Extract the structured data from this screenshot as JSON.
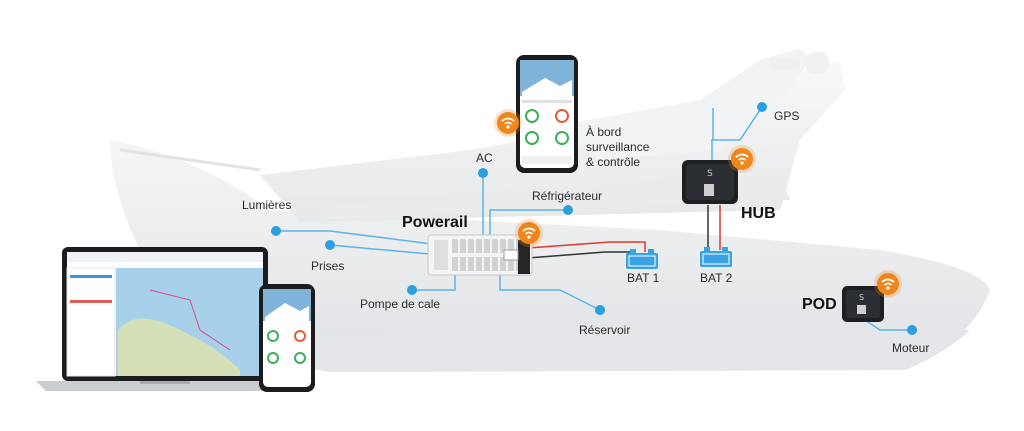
{
  "labels": {
    "gps": "GPS",
    "onboard": "À bord\nsurveillance\n& contrôle",
    "ac": "AC",
    "fridge": "Réfrigérateur",
    "lights": "Lumières",
    "outlets": "Prises",
    "powerail": "Powerail",
    "hub": "HUB",
    "bat1": "BAT 1",
    "bat2": "BAT 2",
    "bilge_pump": "Pompe de cale",
    "tank": "Réservoir",
    "pod": "POD",
    "engine": "Moteur"
  },
  "colors": {
    "line": "#5bb3e8",
    "dot": "#2c9fe0",
    "wifi": "#f0861e",
    "battery": "#3aa3e6",
    "wire_red": "#e03a2f",
    "wire_black": "#333333",
    "hull": "#eceef0"
  },
  "icons": [
    "wifi-icon",
    "battery-icon",
    "phone-device",
    "laptop-device"
  ]
}
